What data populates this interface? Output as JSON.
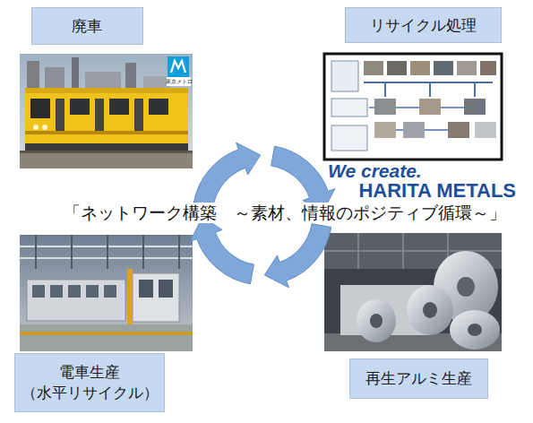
{
  "diagram": {
    "nodes": [
      {
        "text": [
          "廃車"
        ]
      },
      {
        "text": [
          "リサイクル処理"
        ]
      },
      {
        "text": [
          "電車生産 （水平リサイクル）"
        ]
      },
      {
        "text": [
          "再生アルミ生産"
        ]
      }
    ],
    "labels": [
      "「ネットワーク構築　～素材、情報のポジティブ循環～」",
      "東京メトロ",
      "We create.",
      "HARITA METALS"
    ]
  }
}
